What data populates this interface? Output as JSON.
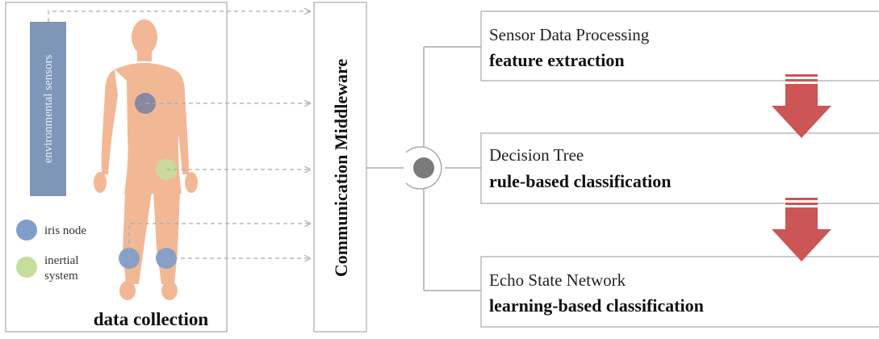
{
  "collection": {
    "title": "data collection",
    "env_label": "environmental sensors",
    "legend": {
      "iris_label": "iris node",
      "inertial_label_line1": "inertial",
      "inertial_label_line2": "system"
    }
  },
  "middleware": {
    "label": "Communication Middleware"
  },
  "pipeline": [
    {
      "name": "Sensor Data Processing",
      "detail": "feature extraction"
    },
    {
      "name": "Decision Tree",
      "detail": "rule-based classification"
    },
    {
      "name": "Echo State Network",
      "detail": "learning-based classification"
    }
  ],
  "colors": {
    "body": "#f2b896",
    "env_bar": "#7e96b8",
    "iris": "#7f9ec8",
    "inertial": "#c5de9c",
    "arrow": "#cc5555",
    "node": "#7b7b7b",
    "border": "#aaaaaa"
  }
}
